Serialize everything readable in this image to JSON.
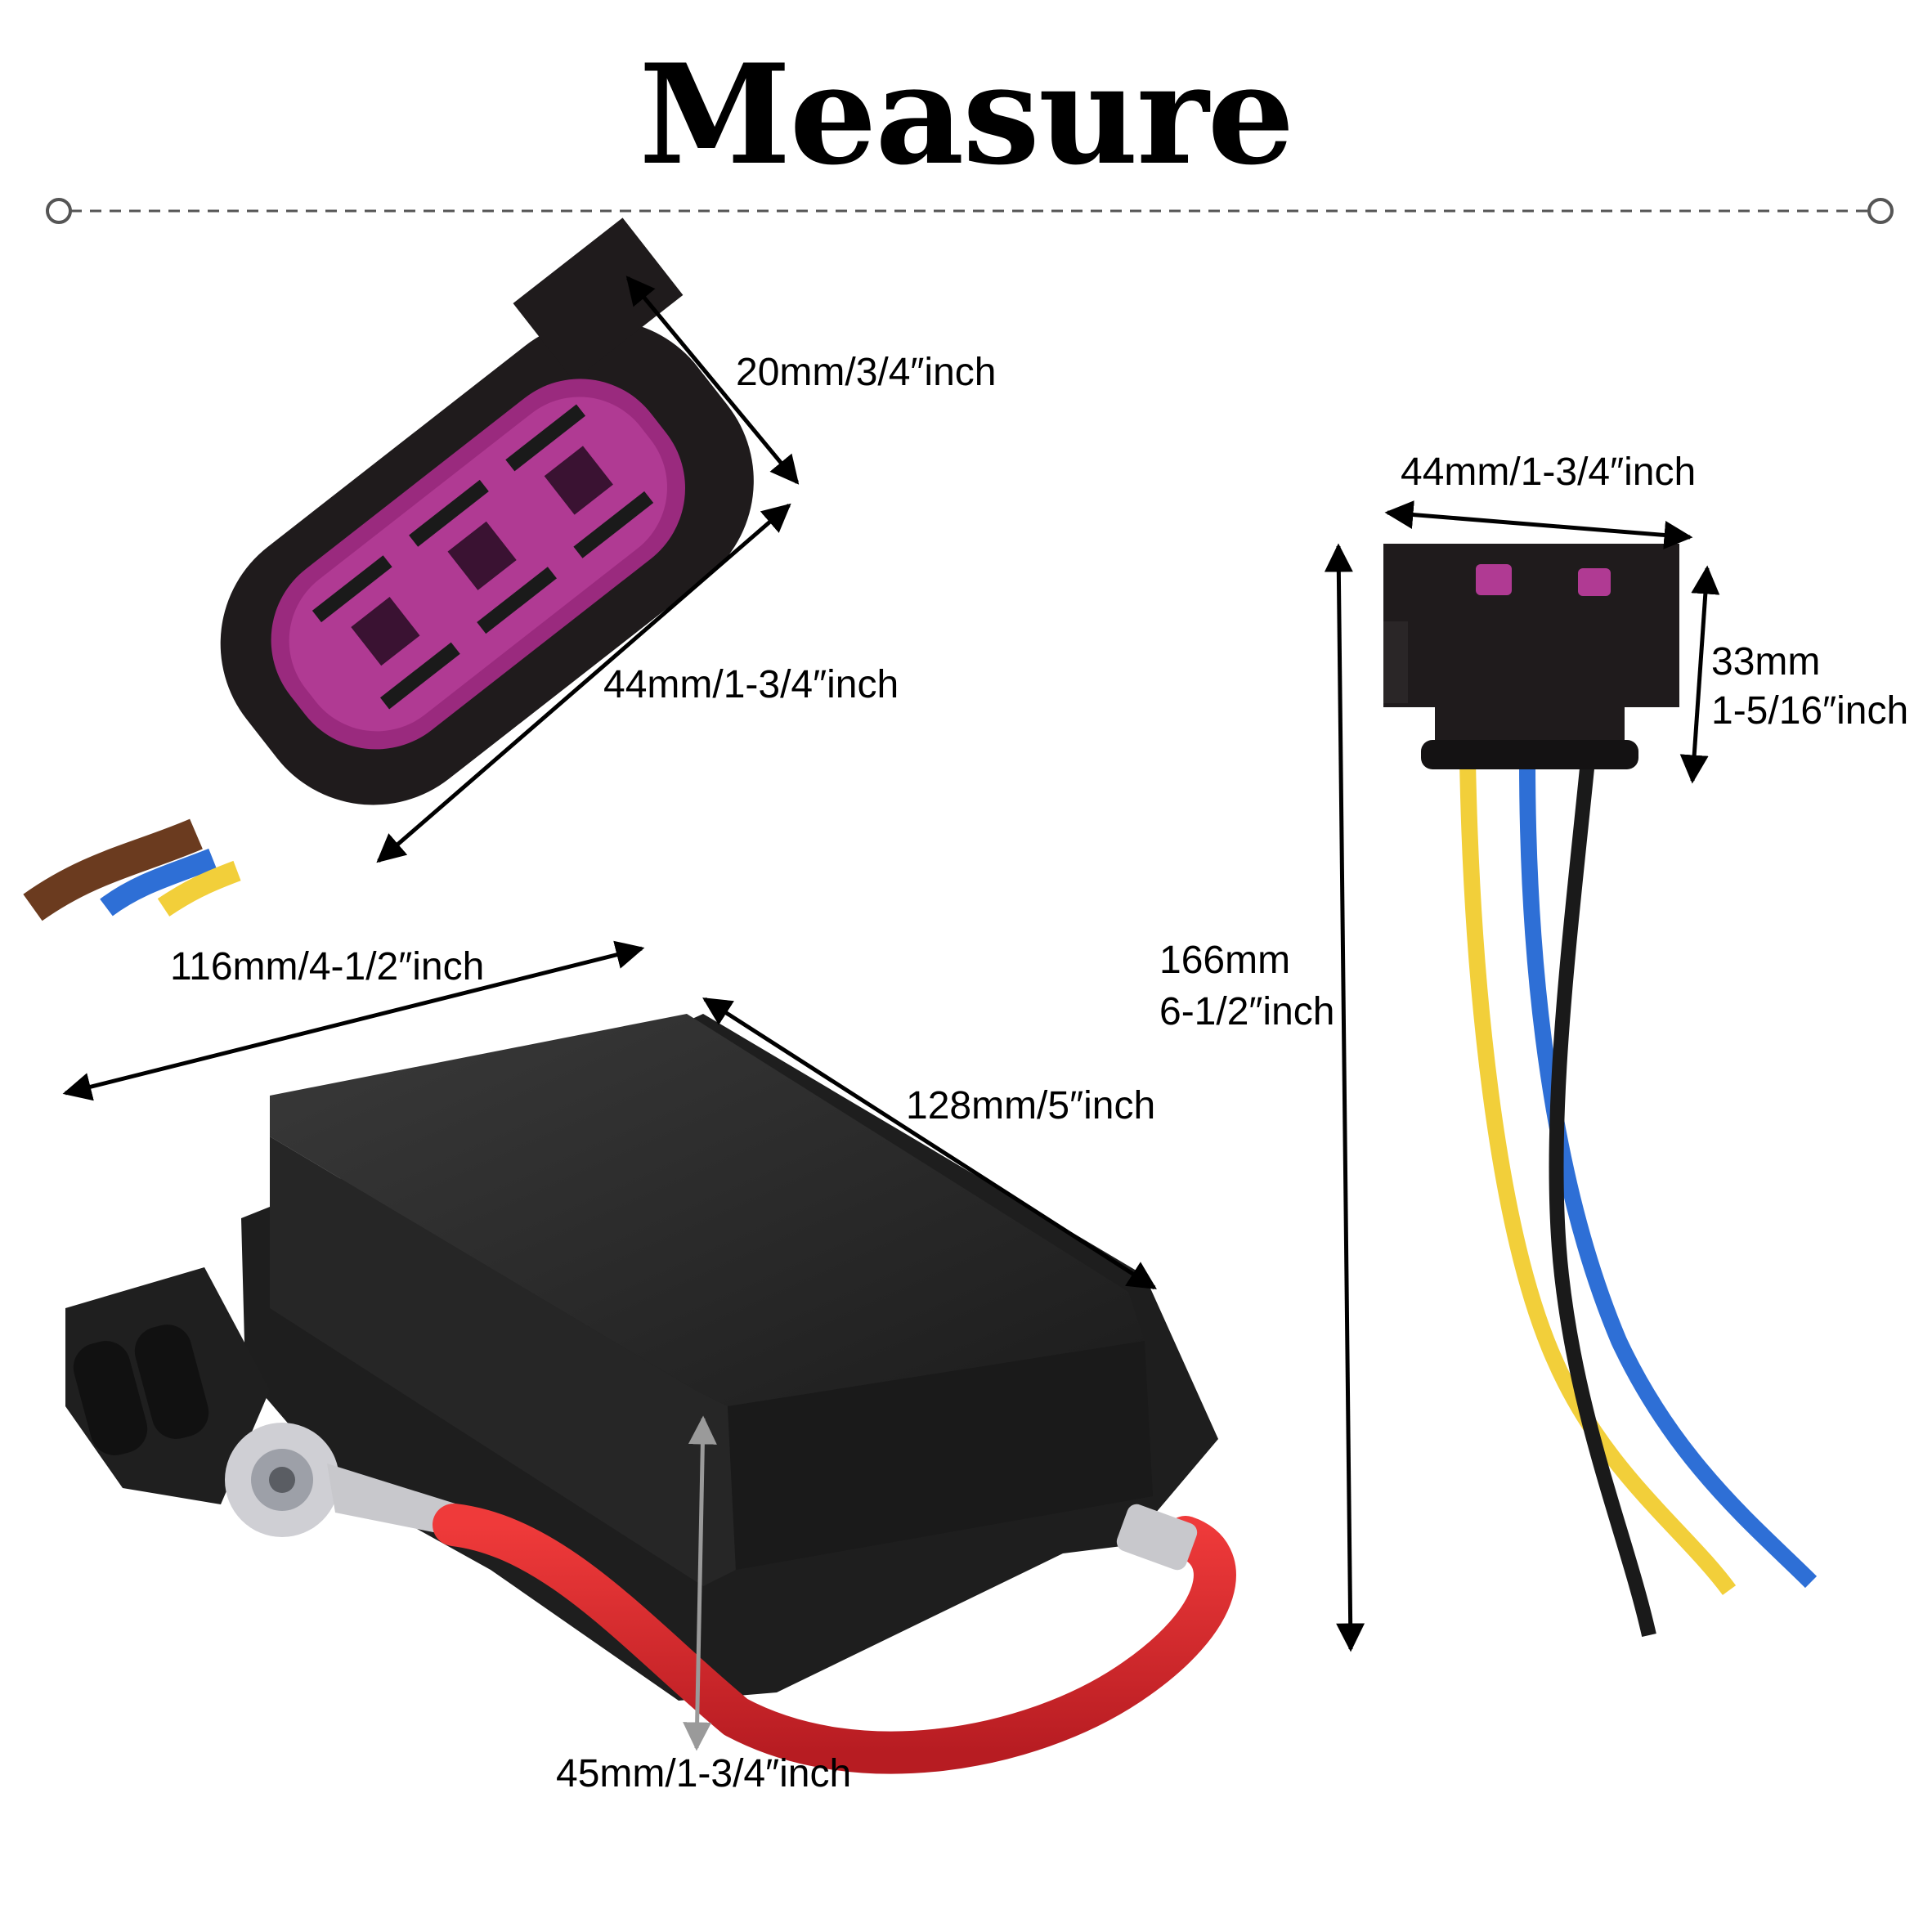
{
  "title": "Measure",
  "measurements": {
    "connector_width": "20mm/3/4″inch",
    "connector_length": "44mm/1-3/4″inch",
    "plug_width": "44mm/1-3/4″inch",
    "plug_height_mm": "33mm",
    "plug_height_in": "1-5/16″inch",
    "cable_length_mm": "166mm",
    "cable_length_in": "6-1/2″inch",
    "box_width": "116mm/4-1/2″inch",
    "box_length": "128mm/5″inch",
    "box_height": "45mm/1-3/4″inch"
  },
  "colors": {
    "connector_body": "#1f1b1c",
    "connector_insert": "#9a2a7e",
    "fuse_box": "#262626",
    "red_cable": "#d8232a",
    "wire_yellow": "#f2cf3a",
    "wire_blue": "#2e6fd6",
    "wire_black": "#1a1a1a"
  }
}
